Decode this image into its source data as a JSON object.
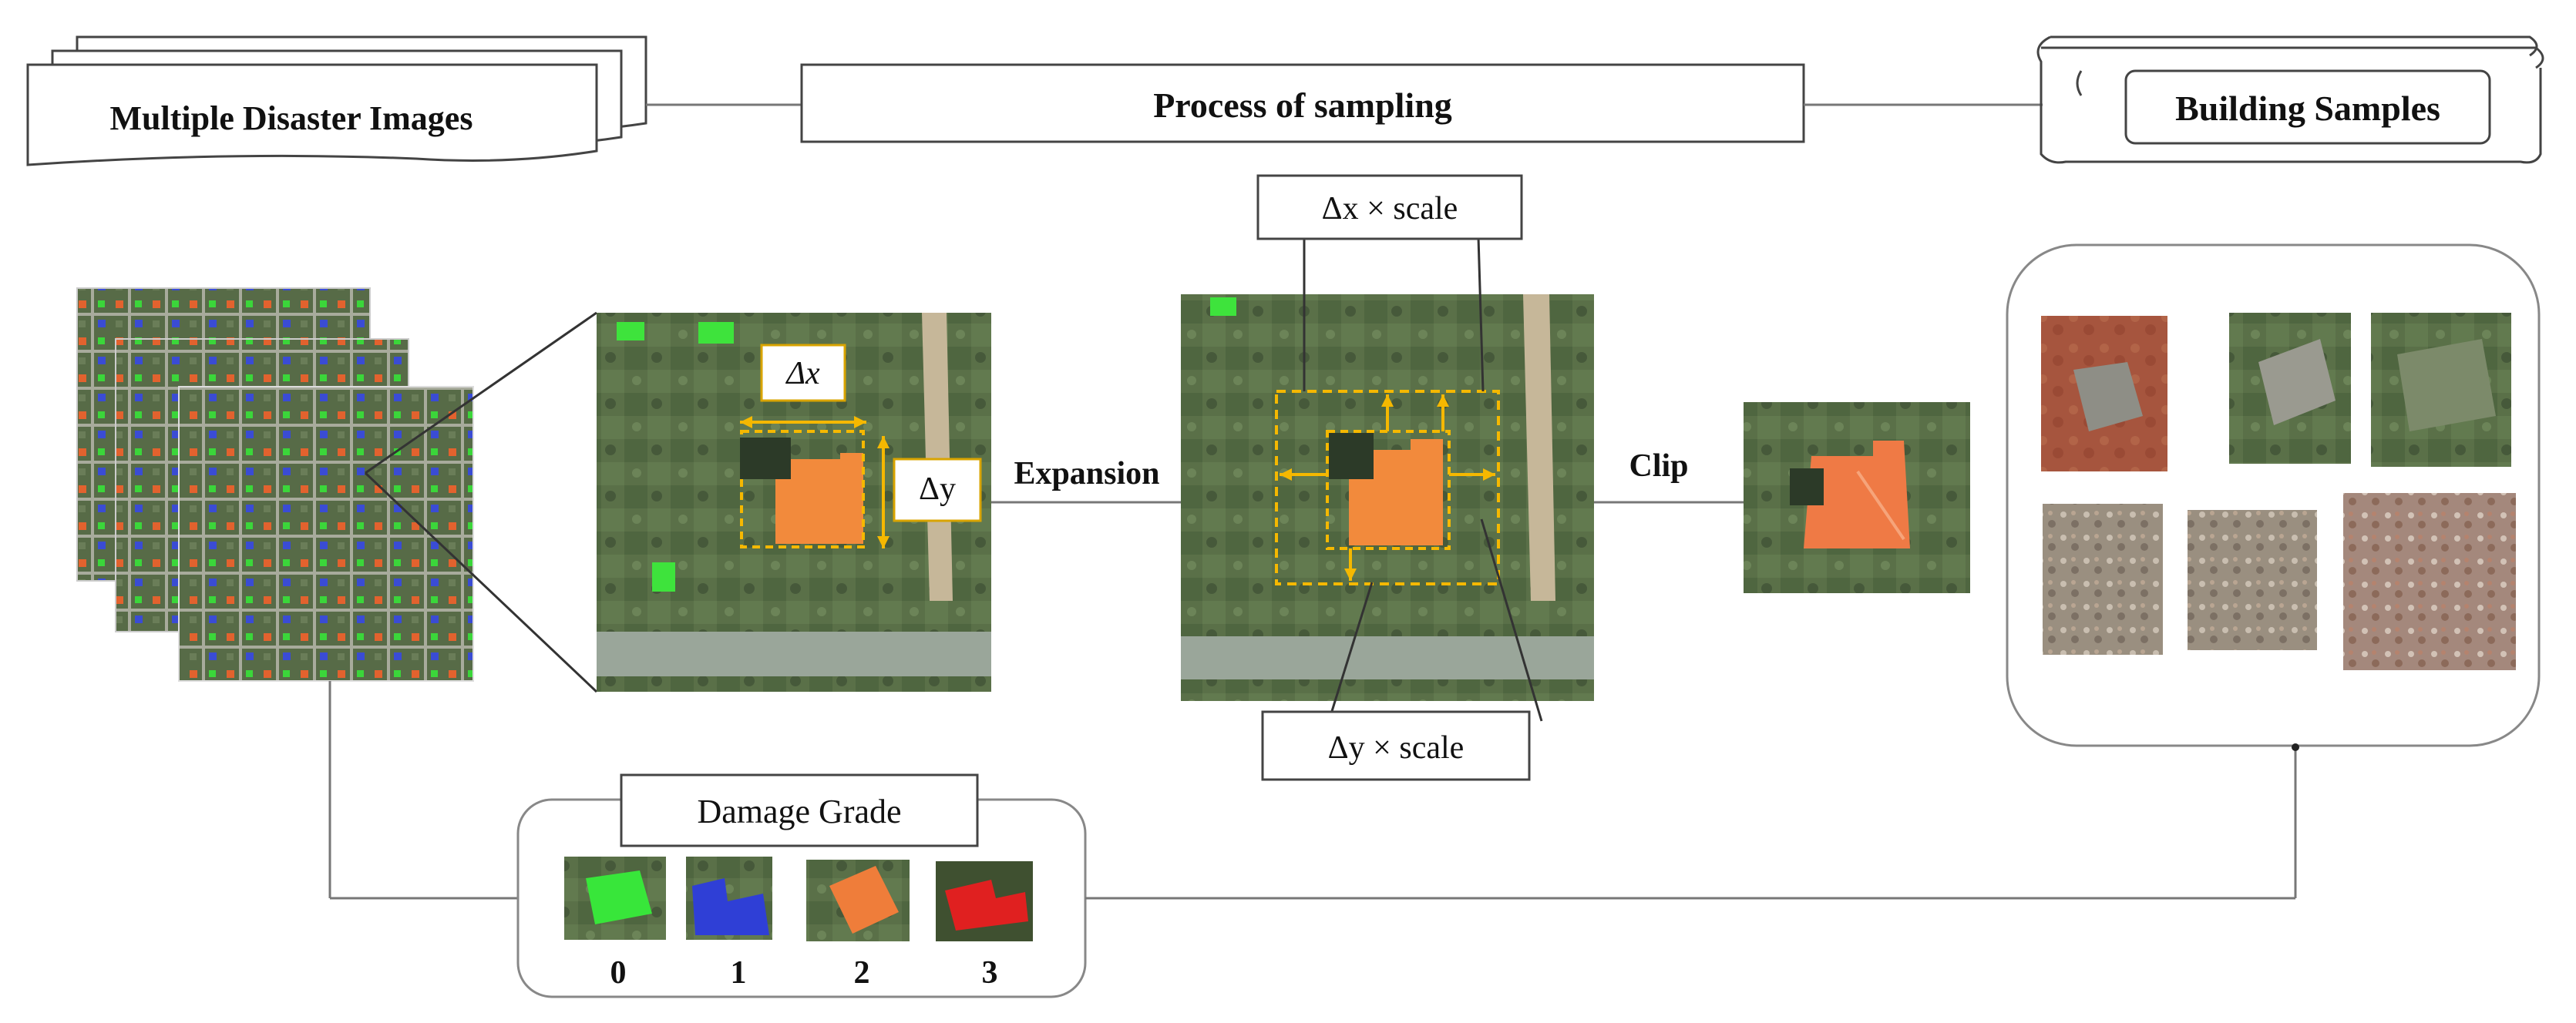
{
  "header": {
    "multiple_disaster_images": "Multiple Disaster Images",
    "process_of_sampling": "Process of sampling",
    "building_samples": "Building Samples"
  },
  "labels": {
    "delta_x": "Δx",
    "delta_y": "Δy",
    "expansion": "Expansion",
    "delta_x_scale": "Δx × scale",
    "delta_y_scale": "Δy × scale",
    "clip": "Clip"
  },
  "damage_grade": {
    "title": "Damage Grade",
    "grades": [
      {
        "label": "0",
        "color": "#38e63a"
      },
      {
        "label": "1",
        "color": "#2f3fd6"
      },
      {
        "label": "2",
        "color": "#ef7d3a"
      },
      {
        "label": "3",
        "color": "#e02020"
      }
    ]
  },
  "colors": {
    "building_footprint": "#f28a3c",
    "expansion_box": "#f5b800",
    "aerial_green": "#4f6a3e",
    "road": "#9aa69a"
  }
}
